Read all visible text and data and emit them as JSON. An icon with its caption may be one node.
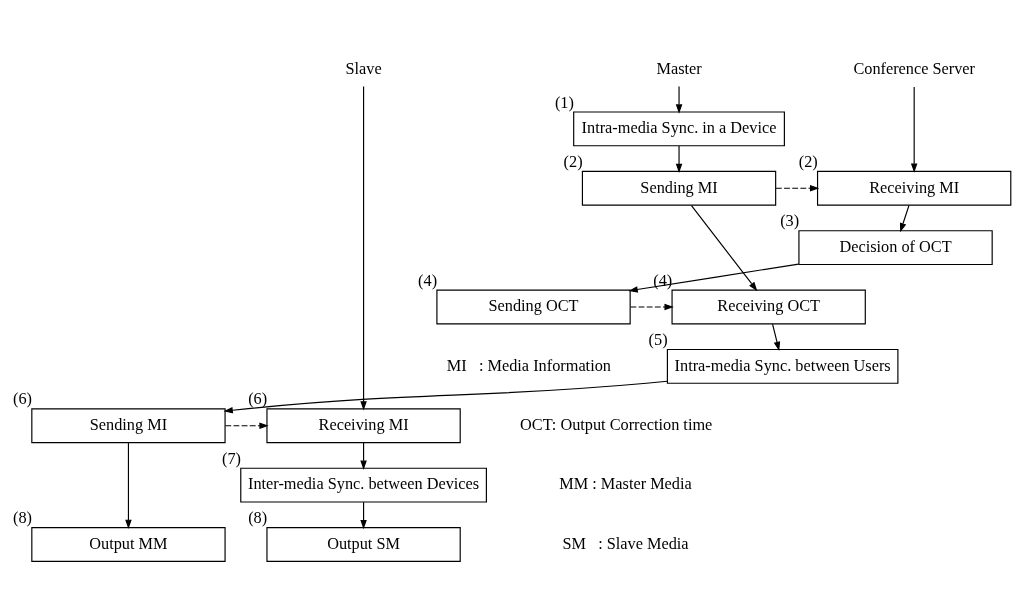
{
  "diagram": {
    "nodes": [
      {
        "text": [
          "Slave"
        ]
      },
      {
        "text": [
          "Master"
        ]
      },
      {
        "text": [
          "Conference Server"
        ]
      },
      {
        "text": [
          "Intra-media Sync. in a Device"
        ],
        "beside": [
          "(1)"
        ]
      },
      {
        "text": [
          "Sending MI"
        ],
        "beside": [
          "(2)"
        ]
      },
      {
        "text": [
          "Receiving MI"
        ],
        "beside": [
          "(2)"
        ]
      },
      {
        "text": [
          "Decision of OCT"
        ],
        "beside": [
          "(3)"
        ]
      },
      {
        "text": [
          "Receiving OCT"
        ],
        "beside": [
          "(4)"
        ]
      },
      {
        "text": [
          "Sending OCT"
        ],
        "beside": [
          "(4)"
        ]
      },
      {
        "text": [
          "Intra-media Sync. between Users"
        ],
        "beside": [
          "(5)"
        ]
      },
      {
        "text": [
          "Receiving MI"
        ],
        "beside": [
          "(6)"
        ]
      },
      {
        "text": [
          "Sending MI"
        ],
        "beside": [
          "(6)"
        ]
      },
      {
        "text": [
          "Inter-media Sync. between Devices"
        ],
        "beside": [
          "(7)"
        ]
      },
      {
        "text": [
          "Output SM"
        ],
        "beside": [
          "(8)"
        ]
      },
      {
        "text": [
          "Output MM"
        ],
        "beside": [
          "(8)"
        ]
      }
    ],
    "edges": [
      {
        "from": 1,
        "to": 3,
        "arrow": "to"
      },
      {
        "from": 3,
        "to": 4,
        "arrow": "to"
      },
      {
        "from": 4,
        "to": 5,
        "arrow": "to",
        "style": "dashed"
      },
      {
        "from": 2,
        "to": 5,
        "arrow": "to"
      },
      {
        "from": 5,
        "to": 6,
        "arrow": "to"
      },
      {
        "from": 6,
        "to": 8,
        "arrow": "to"
      },
      {
        "from": 8,
        "to": 7,
        "arrow": "to",
        "style": "dashed"
      },
      {
        "from": 4,
        "to": 7,
        "arrow": "to"
      },
      {
        "from": 7,
        "to": 9,
        "arrow": "to"
      },
      {
        "from": 9,
        "to": 11,
        "arrow": "to"
      },
      {
        "from": 11,
        "to": 10,
        "arrow": "to",
        "style": "dashed"
      },
      {
        "from": 0,
        "to": 10,
        "arrow": "to"
      },
      {
        "from": 10,
        "to": 12,
        "arrow": "to"
      },
      {
        "from": 12,
        "to": 13,
        "arrow": "to"
      },
      {
        "from": 11,
        "to": 14,
        "arrow": "to"
      }
    ],
    "labels": [
      "MI   : Media Information",
      "OCT: Output Correction time",
      "MM : Master Media",
      "SM   : Slave Media"
    ]
  }
}
